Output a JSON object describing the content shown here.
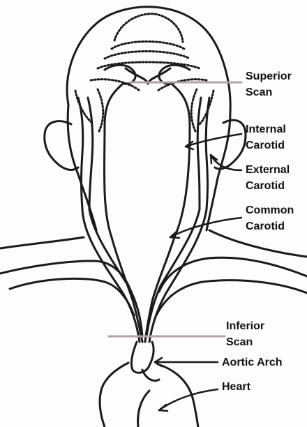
{
  "diagram": {
    "labels": {
      "superior_scan": [
        "Superior",
        "Scan"
      ],
      "internal_carotid": [
        "Internal",
        "Carotid"
      ],
      "external_carotid": [
        "External",
        "Carotid"
      ],
      "common_carotid": [
        "Common",
        "Carotid"
      ],
      "inferior_scan": [
        "Inferior",
        "Scan"
      ],
      "aortic_arch": "Aortic Arch",
      "heart": "Heart"
    },
    "colors": {
      "outline": "#1a1a1a",
      "scan_line": "#b3a3a3",
      "text": "#111111"
    },
    "icons": [
      "head-outline",
      "carotid-arteries",
      "aortic-arch",
      "heart"
    ]
  }
}
